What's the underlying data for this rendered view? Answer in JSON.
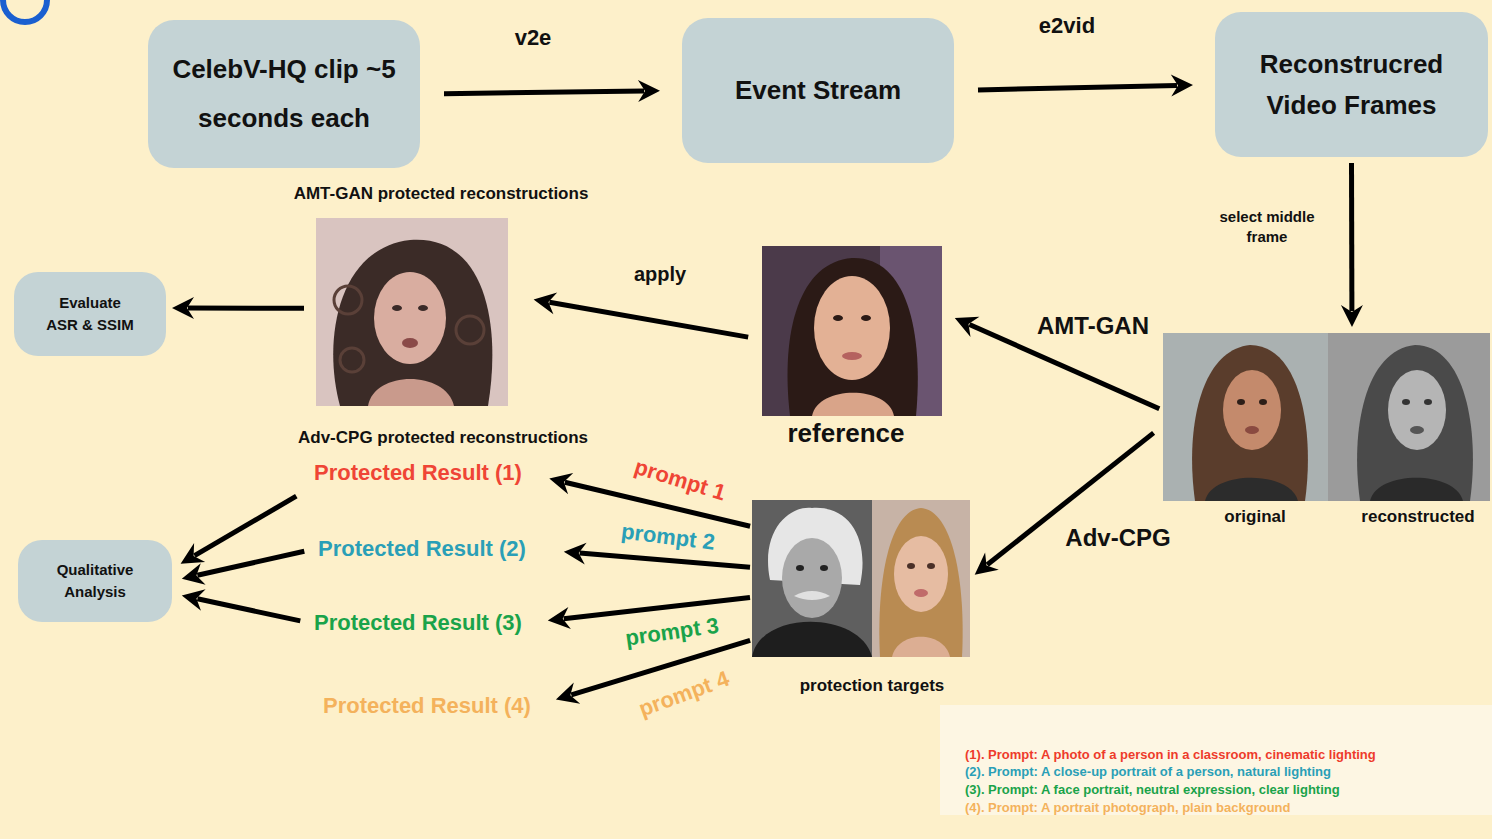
{
  "diagram": {
    "nodes": [
      {
        "text": [
          "CelebV-HQ clip ~5 seconds each"
        ]
      },
      {
        "text": [
          "Event Stream"
        ]
      },
      {
        "text": [
          "Reconstrucred Video Frames"
        ]
      },
      {
        "text": [
          "Evaluate ASR & SSIM"
        ]
      },
      {
        "text": [
          "AMT-GAN protected reconstructions"
        ]
      },
      {
        "text": [
          "reference"
        ]
      },
      {
        "text": [
          "original",
          "reconstructed"
        ]
      },
      {
        "text": [
          "Protected Result (1)"
        ]
      },
      {
        "text": [
          "Protected Result (2)"
        ]
      },
      {
        "text": [
          "Qualitative Analysis"
        ]
      },
      {
        "text": [
          "Protected Result (3)"
        ]
      },
      {
        "text": [
          "Protected Result (4)"
        ]
      },
      {
        "text": [
          "protection targets"
        ]
      }
    ],
    "edges": [
      {
        "from": 0,
        "to": 1,
        "arrow": "to",
        "label": "v2e"
      },
      {
        "from": 1,
        "to": 2,
        "arrow": "to",
        "label": "e2vid"
      },
      {
        "from": 2,
        "to": 6,
        "arrow": "to",
        "label": "select middle frame"
      },
      {
        "from": 6,
        "to": 5,
        "arrow": "to",
        "label": "AMT-GAN"
      },
      {
        "from": 5,
        "to": 4,
        "arrow": "to",
        "label": "apply"
      },
      {
        "from": 4,
        "to": 3,
        "arrow": "to"
      },
      {
        "from": 6,
        "to": 12,
        "arrow": "to",
        "label": "Adv-CPG"
      },
      {
        "from": 12,
        "to": 7,
        "arrow": "to",
        "label": "prompt 1"
      },
      {
        "from": 12,
        "to": 8,
        "arrow": "to",
        "label": "prompt 2"
      },
      {
        "from": 12,
        "to": 10,
        "arrow": "to",
        "label": "prompt 3"
      },
      {
        "from": 12,
        "to": 11,
        "arrow": "to",
        "label": "prompt 4"
      },
      {
        "from": 7,
        "to": 9,
        "arrow": "to"
      },
      {
        "from": 8,
        "to": 9,
        "arrow": "to"
      },
      {
        "from": 10,
        "to": 9,
        "arrow": "to"
      }
    ],
    "labels": [
      "Adv-CPG protected reconstructions",
      "(1). Prompt: A photo of a person in a classroom, cinematic lighting",
      "(2). Prompt: A close-up portrait of a person, natural lighting",
      "(3). Prompt: A face portrait, neutral expression, clear lighting",
      "(4). Prompt: A portrait photograph, plain background"
    ]
  }
}
